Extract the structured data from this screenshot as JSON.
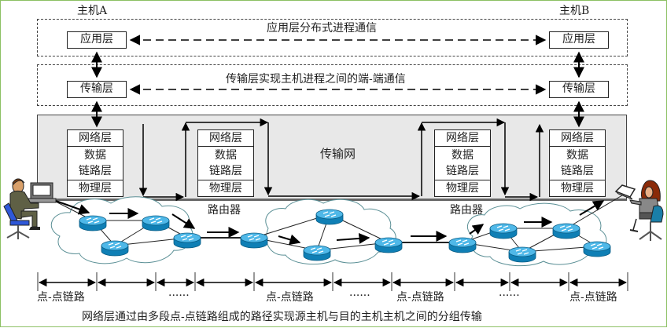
{
  "hosts": {
    "host_a_label": "主机A",
    "host_b_label": "主机B"
  },
  "application_row": {
    "caption": "应用层分布式进程通信",
    "left_box": "应用层",
    "right_box": "应用层"
  },
  "transport_row": {
    "caption": "传输层实现主机进程之间的端-端通信",
    "left_box": "传输层",
    "right_box": "传输层"
  },
  "transport_network": {
    "label": "传输网",
    "stacks": [
      {
        "id": "host-a",
        "layers": [
          "网络层",
          "数据",
          "链路层",
          "物理层"
        ]
      },
      {
        "id": "router-1",
        "layers": [
          "网络层",
          "数据",
          "链路层",
          "物理层"
        ]
      },
      {
        "id": "router-2",
        "layers": [
          "网络层",
          "数据",
          "链路层",
          "物理层"
        ]
      },
      {
        "id": "host-b",
        "layers": [
          "网络层",
          "数据",
          "链路层",
          "物理层"
        ]
      }
    ],
    "router_labels": [
      "路由器",
      "路由器"
    ]
  },
  "links": {
    "segments_count": 10,
    "labels": [
      {
        "text": "点-点链路"
      },
      {
        "text": "······"
      },
      {
        "text": "点-点链路"
      },
      {
        "text": "······"
      },
      {
        "text": "点-点链路"
      },
      {
        "text": "······"
      },
      {
        "text": "点-点链路"
      }
    ]
  },
  "caption": "网络层通过由多段点-点链路组成的路径实现源主机与目的主机主机之间的分组传输",
  "icons": {
    "source_host": "man-at-desktop-computer",
    "destination_host": "woman-at-laptop",
    "router": "cisco-router-icon",
    "network": "cloud"
  },
  "colors": {
    "border": "#8cc063",
    "panel": "#e8e8e8",
    "router_top": "#4fb8e8",
    "router_side": "#0f7fb5",
    "cloud_stroke": "#5a8f95"
  }
}
